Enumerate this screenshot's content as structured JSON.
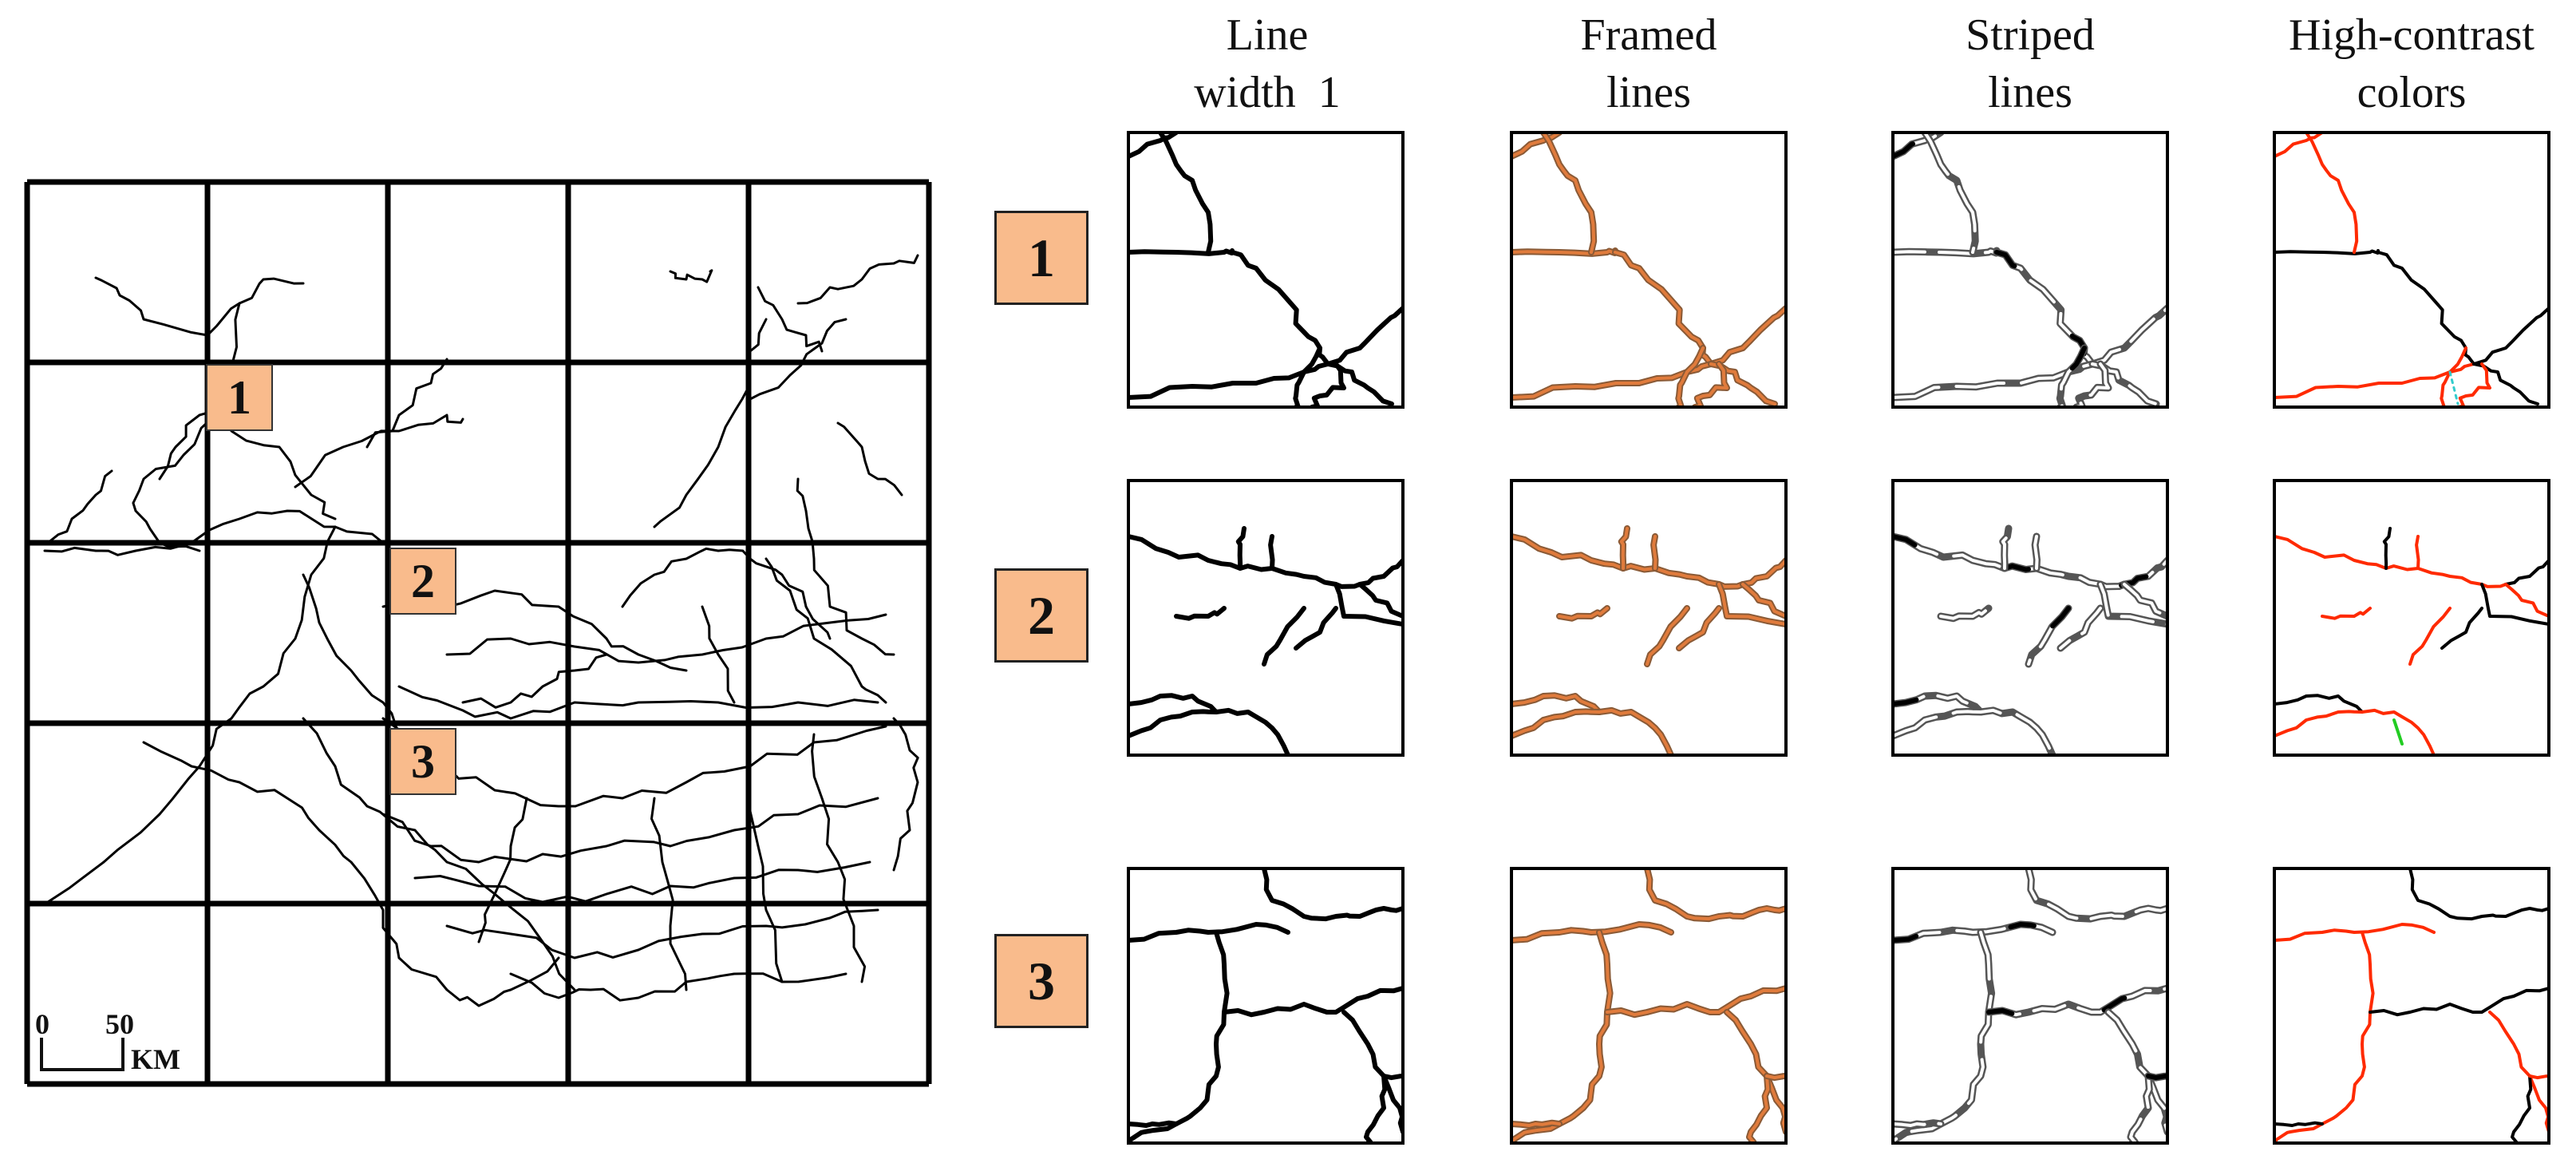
{
  "columns": [
    {
      "id": "line-width",
      "line1": "Line",
      "line2": "width  1"
    },
    {
      "id": "framed",
      "line1": "Framed",
      "line2": "lines"
    },
    {
      "id": "striped",
      "line1": "Striped",
      "line2": "lines"
    },
    {
      "id": "contrast",
      "line1": "High-contrast",
      "line2": "colors"
    }
  ],
  "rows": [
    {
      "label": "1"
    },
    {
      "label": "2"
    },
    {
      "label": "3"
    }
  ],
  "map": {
    "labels": [
      "1",
      "2",
      "3"
    ],
    "scale": {
      "zero": "0",
      "fifty": "50",
      "unit": "KM"
    }
  },
  "styles": {
    "framed_color": "#e07b3c",
    "framed_edge": "#8a5a36",
    "striped_fill": "#ffffff",
    "striped_edge": "#555555",
    "contrast_red": "#ff2a00",
    "contrast_green": "#22cc22",
    "contrast_cyan": "#33cccc",
    "label_fill": "#f9bb8c"
  }
}
